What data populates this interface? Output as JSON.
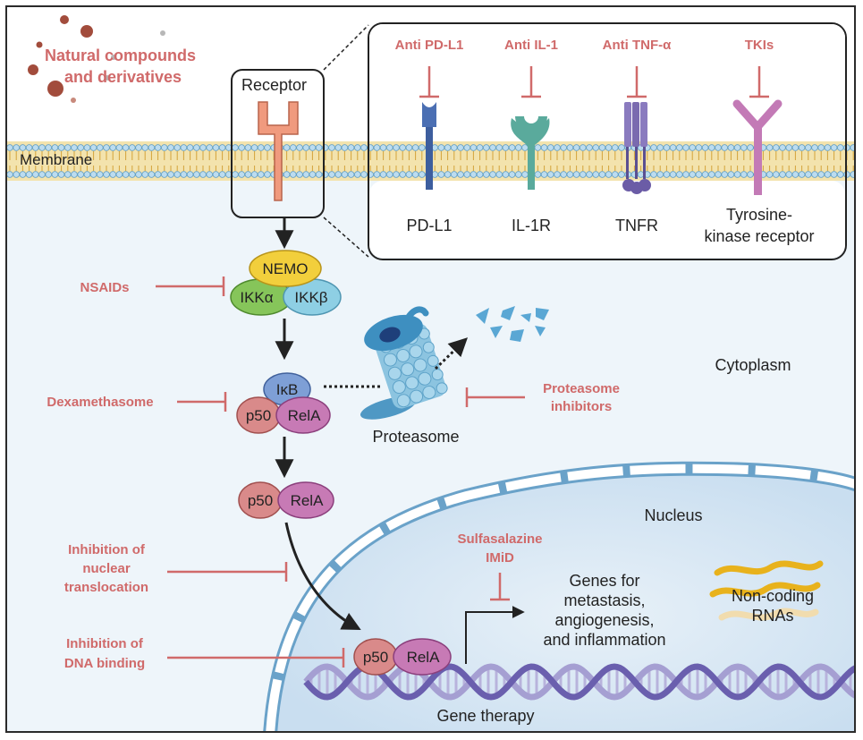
{
  "colors": {
    "inhibitor": "#d06a6a",
    "cytoplasm": "#eef5fa",
    "membrane_head": "#9cc8e2",
    "membrane_tail": "#e2c06a",
    "nemo": "#f2cf3c",
    "ikka": "#86c55a",
    "ikkb": "#8ecfe4",
    "ikb": "#7e9fd6",
    "p50": "#d98a8a",
    "rela": "#c77ab5",
    "dna": "#7b6fb6",
    "receptor": "#f09a7e",
    "pdl1": "#4b6fb3",
    "il1r": "#5aaa9c",
    "tnfr": "#8a7bbf",
    "tkr": "#c37ab6",
    "proteasome": "#6fb1d4",
    "rna": "#e8b21c"
  },
  "natural_compounds": [
    "Natural compounds",
    "and derivatives"
  ],
  "membrane": "Membrane",
  "receptor": "Receptor",
  "inset": {
    "drugs": [
      "Anti PD-L1",
      "Anti IL-1",
      "Anti TNF-α",
      "TKIs"
    ],
    "receptors": {
      "pdl1": "PD-L1",
      "il1r": "IL-1R",
      "tnfr": "TNFR",
      "tkr": [
        "Tyrosine-",
        "kinase receptor"
      ]
    }
  },
  "complex": {
    "nemo": "NEMO",
    "ikka": "IKKα",
    "ikkb": "IKKβ"
  },
  "ikb_complex": {
    "ikb": "IκB",
    "p50": "p50",
    "rela": "RelA"
  },
  "inhibitors": {
    "nsaids": "NSAIDs",
    "dexamethasome": "Dexamethasome",
    "proteasome_inhibitors": [
      "Proteasome",
      "inhibitors"
    ],
    "nuclear_translocation": [
      "Inhibition of",
      "nuclear",
      "translocation"
    ],
    "dna_binding": [
      "Inhibition of",
      "DNA binding"
    ],
    "sulfasalazine": [
      "Sulfasalazine",
      "IMiD"
    ]
  },
  "proteasome": "Proteasome",
  "cytoplasm": "Cytoplasm",
  "nucleus": "Nucleus",
  "genes": [
    "Genes for",
    "metastasis,",
    "angiogenesis,",
    "and inflammation"
  ],
  "noncoding": [
    "Non-coding",
    "RNAs"
  ],
  "gene_therapy": "Gene therapy"
}
